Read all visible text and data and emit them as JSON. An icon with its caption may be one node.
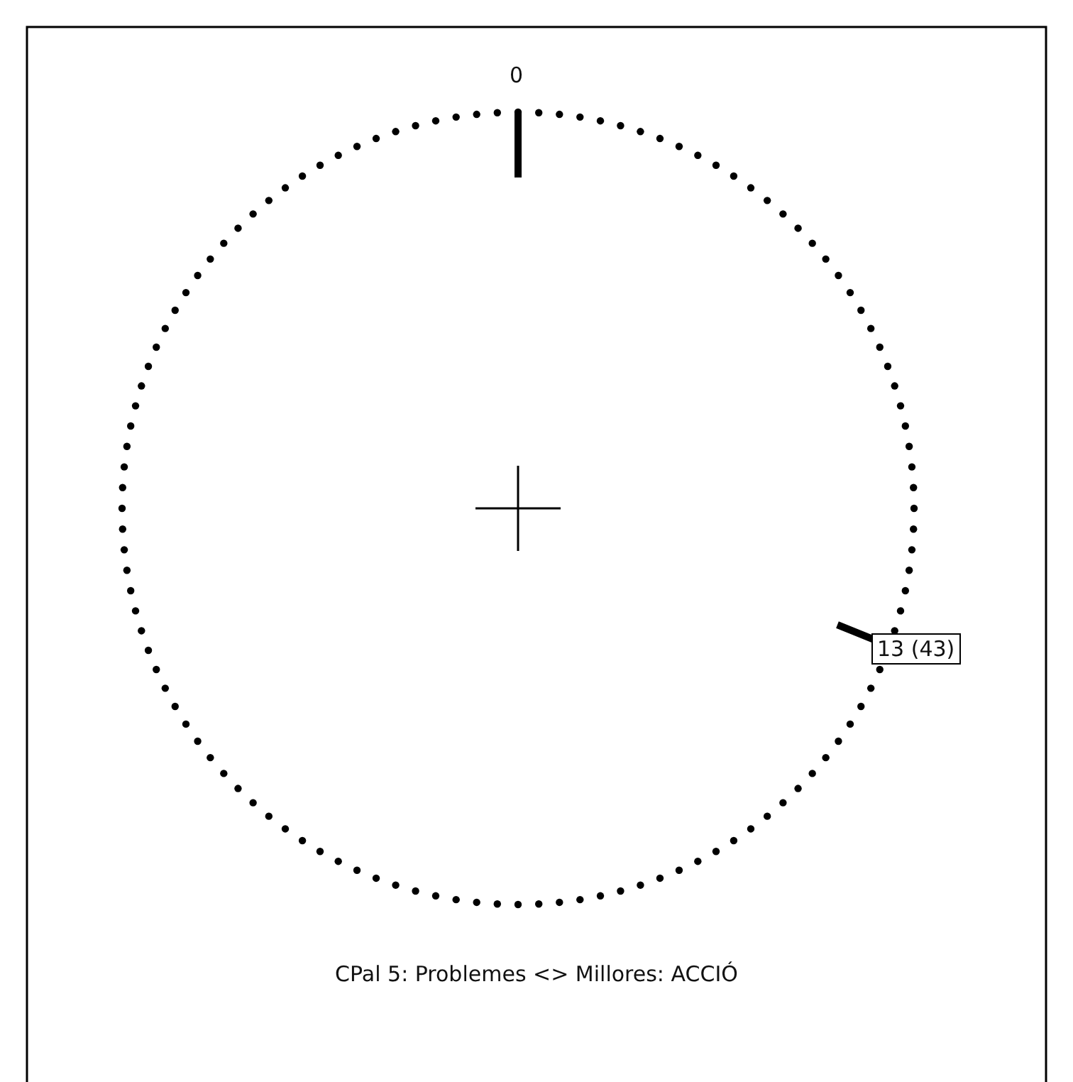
{
  "diagram": {
    "caption": "CPal 5: Problemes <> Millores: ACCIÓ",
    "nodes": [
      {
        "text": [
          "13 (43)"
        ]
      }
    ],
    "labels": [
      "0"
    ]
  }
}
